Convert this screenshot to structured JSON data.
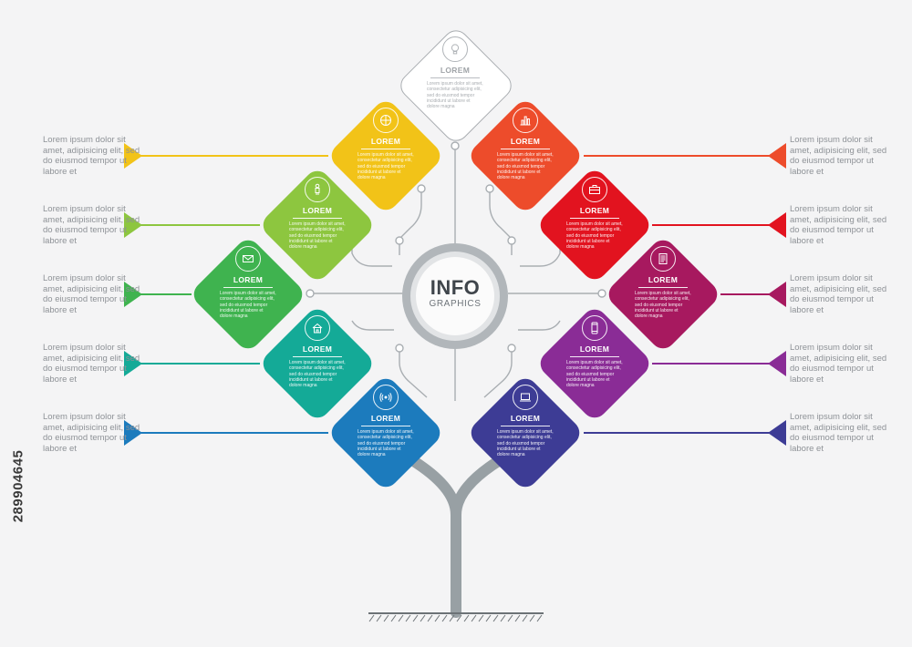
{
  "center": {
    "title": "INFO",
    "subtitle": "GRAPHICS"
  },
  "side_text": "Lorem ipsum dolor sit amet, adipisicing elit, sed do eiusmod tempor ut labore et",
  "rows": [
    {
      "left_color": "#f2c318",
      "right_color": "#ed4c2b"
    },
    {
      "left_color": "#8dc63f",
      "right_color": "#e2131f"
    },
    {
      "left_color": "#3fb34f",
      "right_color": "#a7195f"
    },
    {
      "left_color": "#14aa97",
      "right_color": "#8a2c96"
    },
    {
      "left_color": "#1c7bbd",
      "right_color": "#3d3c95"
    }
  ],
  "diamonds": [
    {
      "name": "top",
      "title": "LOREM",
      "icon": "lightbulb-icon",
      "color": "#ffffff",
      "text": "Lorem ipsum dolor sit amet, consectetur adipisicing elit, sed do eiusmod tempor incididunt ut labore et dolore magna"
    },
    {
      "name": "left-1",
      "title": "LOREM",
      "icon": "basketball-icon",
      "color": "#f2c318",
      "text": "Lorem ipsum dolor sit amet, consectetur adipisicing elit, sed do eiusmod tempor incididunt ut labore et dolore magna"
    },
    {
      "name": "left-2",
      "title": "LOREM",
      "icon": "person-icon",
      "color": "#8dc63f",
      "text": "Lorem ipsum dolor sit amet, consectetur adipisicing elit, sed do eiusmod tempor incididunt ut labore et dolore magna"
    },
    {
      "name": "left-3",
      "title": "LOREM",
      "icon": "envelope-icon",
      "color": "#3fb34f",
      "text": "Lorem ipsum dolor sit amet, consectetur adipisicing elit, sed do eiusmod tempor incididunt ut labore et dolore magna"
    },
    {
      "name": "left-4",
      "title": "LOREM",
      "icon": "home-icon",
      "color": "#14aa97",
      "text": "Lorem ipsum dolor sit amet, consectetur adipisicing elit, sed do eiusmod tempor incididunt ut labore et dolore magna"
    },
    {
      "name": "left-5",
      "title": "LOREM",
      "icon": "signal-icon",
      "color": "#1c7bbd",
      "text": "Lorem ipsum dolor sit amet, consectetur adipisicing elit, sed do eiusmod tempor incididunt ut labore et dolore magna"
    },
    {
      "name": "right-1",
      "title": "LOREM",
      "icon": "bar-chart-icon",
      "color": "#ed4c2b",
      "text": "Lorem ipsum dolor sit amet, consectetur adipisicing elit, sed do eiusmod tempor incididunt ut labore et dolore magna"
    },
    {
      "name": "right-2",
      "title": "LOREM",
      "icon": "briefcase-icon",
      "color": "#e2131f",
      "text": "Lorem ipsum dolor sit amet, consectetur adipisicing elit, sed do eiusmod tempor incididunt ut labore et dolore magna"
    },
    {
      "name": "right-3",
      "title": "LOREM",
      "icon": "document-icon",
      "color": "#a7195f",
      "text": "Lorem ipsum dolor sit amet, consectetur adipisicing elit, sed do eiusmod tempor incididunt ut labore et dolore magna"
    },
    {
      "name": "right-4",
      "title": "LOREM",
      "icon": "smartphone-icon",
      "color": "#8a2c96",
      "text": "Lorem ipsum dolor sit amet, consectetur adipisicing elit, sed do eiusmod tempor incididunt ut labore et dolore magna"
    },
    {
      "name": "right-5",
      "title": "LOREM",
      "icon": "laptop-icon",
      "color": "#3d3c95",
      "text": "Lorem ipsum dolor sit amet, consectetur adipisicing elit, sed do eiusmod tempor incididunt ut labore et dolore magna"
    }
  ],
  "image_id": "289904645",
  "connector_color": "#a9aeb2",
  "trunk_color": "#98a0a4"
}
